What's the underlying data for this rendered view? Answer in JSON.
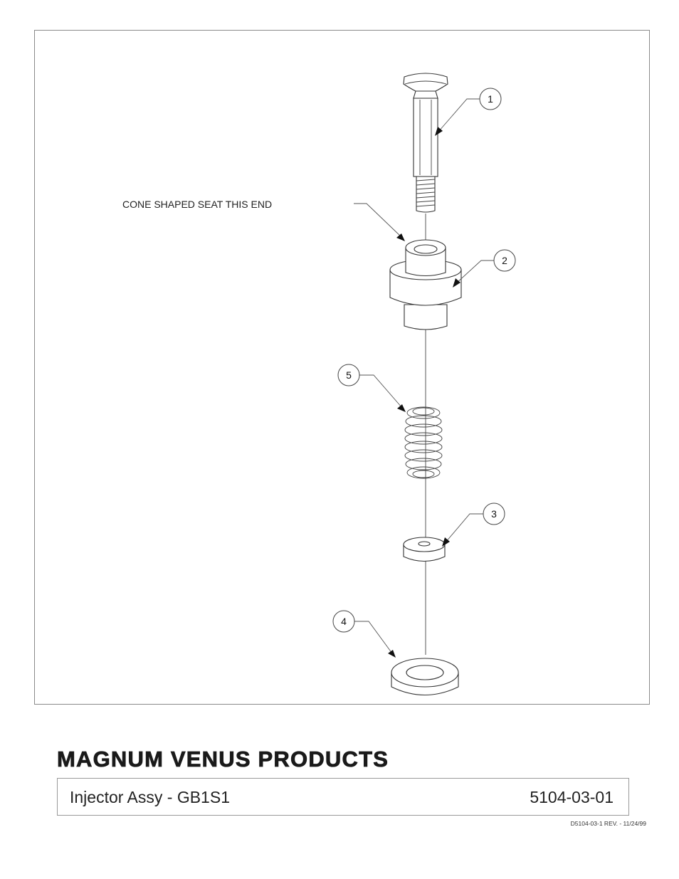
{
  "callouts": {
    "item1": "1",
    "item2": "2",
    "item3": "3",
    "item4": "4",
    "item5": "5"
  },
  "note": "CONE SHAPED SEAT THIS END",
  "title_block": {
    "company": "MAGNUM VENUS PRODUCTS",
    "title": "Injector Assy - GB1S1",
    "part_number": "5104-03-01",
    "revision": "D5104-03-1  REV.  -     11/24/99"
  }
}
